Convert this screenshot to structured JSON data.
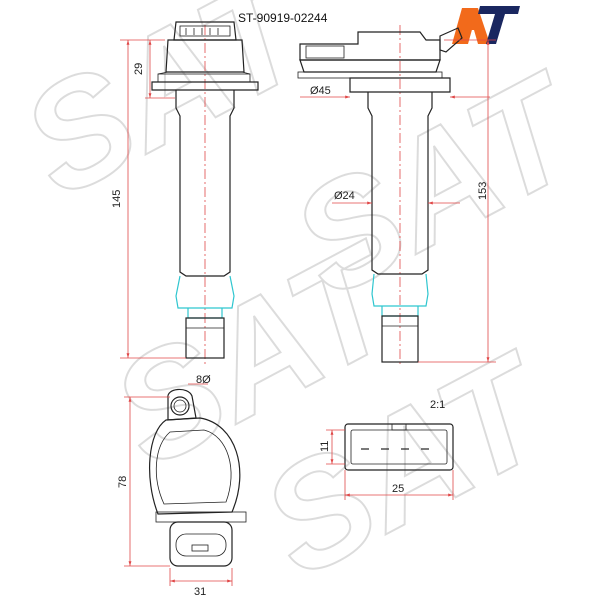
{
  "diagram": {
    "part_number": "ST-90919-02244",
    "watermark": "SAT",
    "logo_text": "AT",
    "scale": "2:1",
    "dimensions": {
      "head_height": "29",
      "total_length_front": "145",
      "total_length_side": "153",
      "flange_diameter": "Ø45",
      "body_diameter": "Ø24",
      "mount_hole": "8Ø",
      "top_length": "78",
      "top_width": "31",
      "connector_height": "11",
      "connector_width": "25"
    }
  },
  "colors": {
    "dimension_line": "#e04848",
    "boot": "#2fc6cf",
    "outline": "#222222",
    "logo_orange": "#f26a1b",
    "logo_navy": "#1a2760"
  }
}
